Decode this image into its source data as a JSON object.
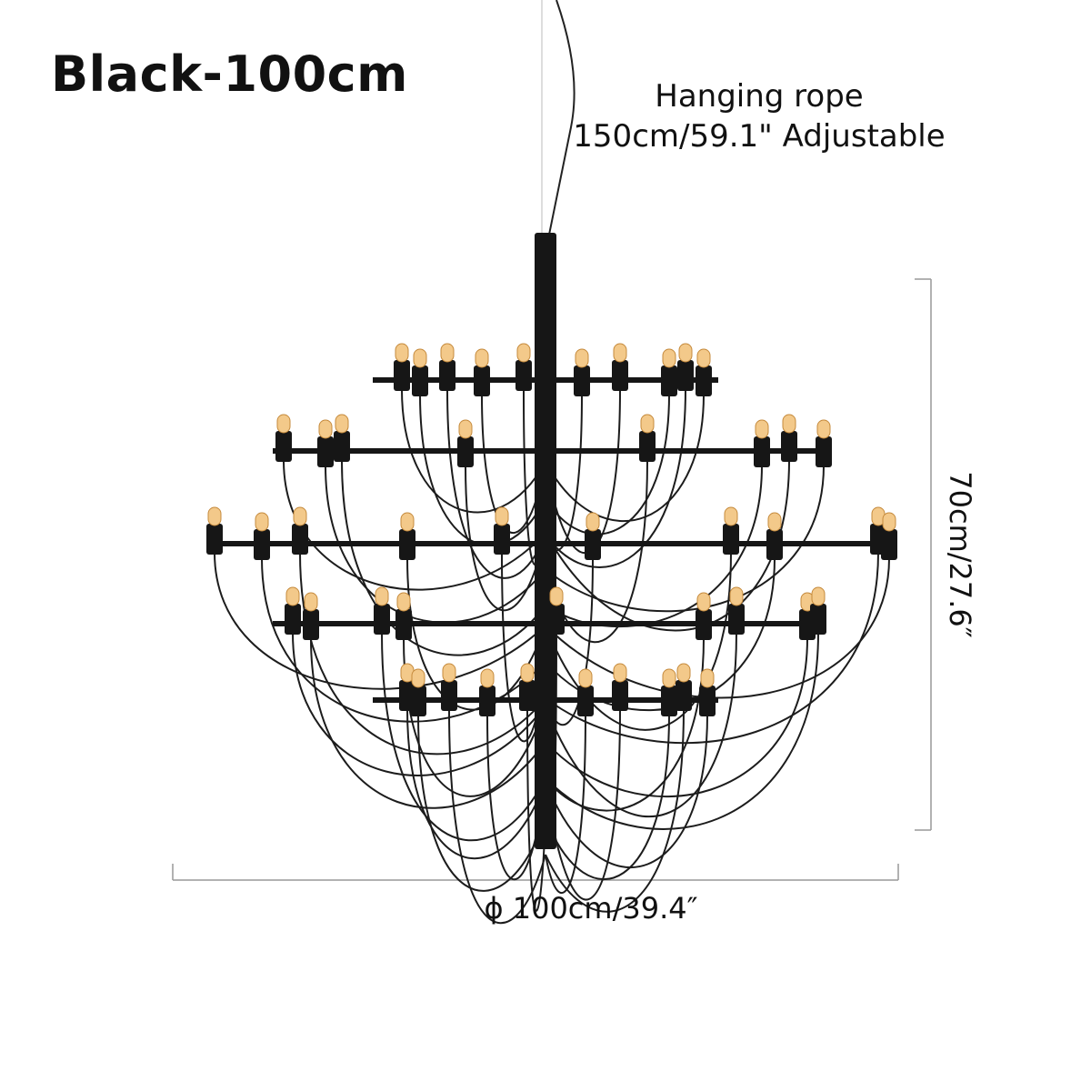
{
  "title": "Black-100cm",
  "rope": {
    "line1": "Hanging rope",
    "line2": "150cm/59.1\" Adjustable"
  },
  "dimensions": {
    "height": "70cm/27.6″",
    "width": "ϕ 100cm/39.4″"
  },
  "product": {
    "type": "chandelier",
    "finish_color": "#161616",
    "bulb_color": "#f3c98a"
  }
}
